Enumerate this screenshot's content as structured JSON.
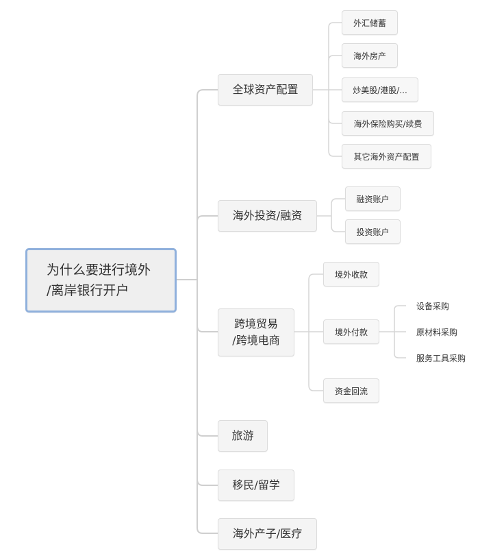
{
  "root": {
    "line1": "为什么要进行境外",
    "line2": "/离岸银行开户"
  },
  "branches": [
    {
      "label": "全球资产配置",
      "children": [
        "外汇储蓄",
        "海外房产",
        "炒美股/港股/...",
        "海外保险购买/续费",
        "其它海外资产配置"
      ]
    },
    {
      "label": "海外投资/融资",
      "children": [
        "融资账户",
        "投资账户"
      ]
    },
    {
      "label_line1": "跨境贸易",
      "label_line2": "/跨境电商",
      "children": [
        {
          "label": "境外收款"
        },
        {
          "label": "境外付款",
          "children": [
            "设备采购",
            "原材料采购",
            "服务工具采购"
          ]
        },
        {
          "label": "资金回流"
        }
      ]
    },
    {
      "label": "旅游"
    },
    {
      "label": "移民/留学"
    },
    {
      "label": "海外产子/医疗"
    }
  ],
  "colors": {
    "root_border": "#8fb0dc",
    "node_bg": "#f4f4f4",
    "line": "#cfcfcf"
  }
}
